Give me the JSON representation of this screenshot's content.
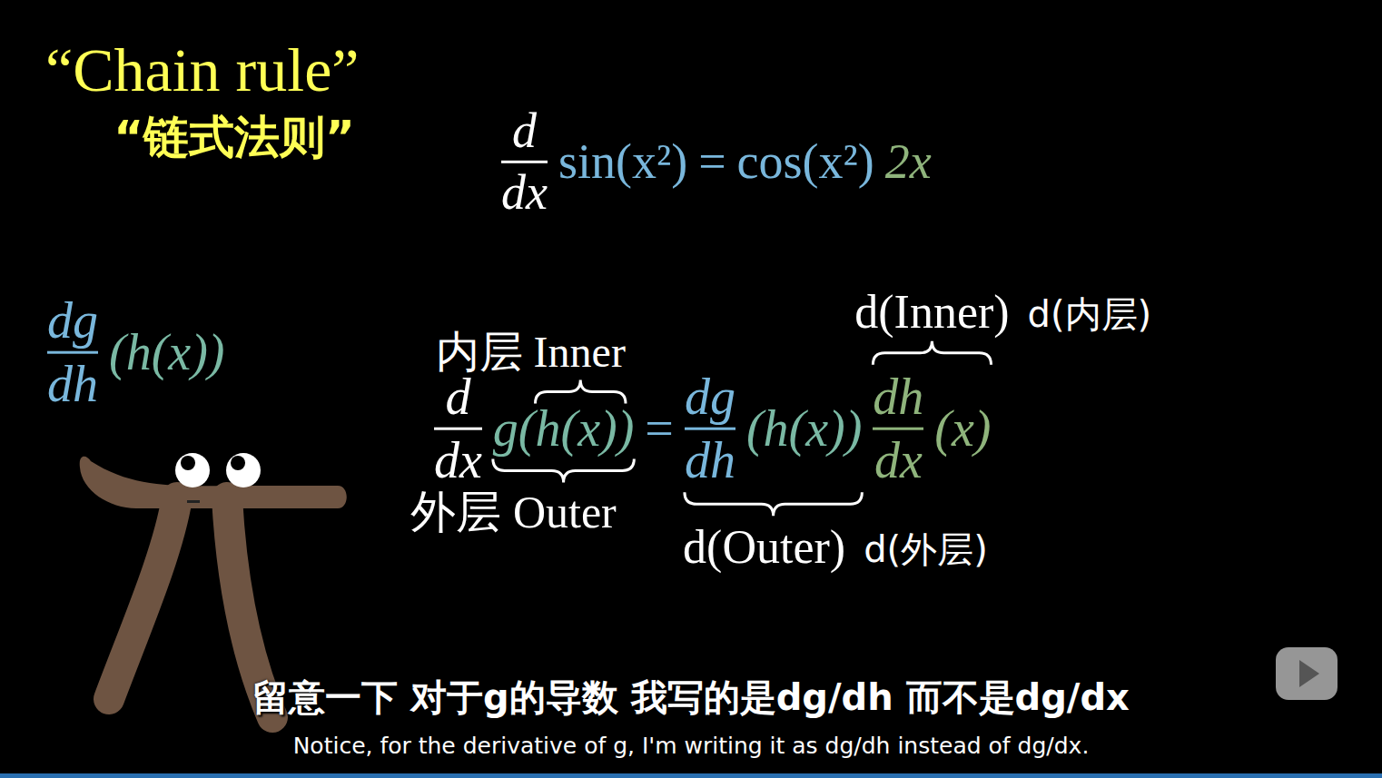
{
  "diagram": {
    "title": "“Chain rule”",
    "labels": [
      "“链式法则”",
      "d",
      "dx",
      "sin(x²)",
      "=",
      "cos(x²)",
      "2x",
      "dg",
      "dh",
      "(h(x))",
      "内层 Inner",
      "d",
      "dx",
      "g(h(x))",
      "=",
      "dg",
      "dh",
      "(h(x))",
      "dh",
      "dx",
      "(x)",
      "外层 Outer",
      "d(Inner)",
      "d(内层)",
      "d(Outer)",
      "d(外层)",
      "留意一下  对于g的导数  我写的是dg/dh  而不是dg/dx",
      "Notice, for the derivative of g, I'm writing it as dg/dh instead of dg/dx."
    ]
  }
}
